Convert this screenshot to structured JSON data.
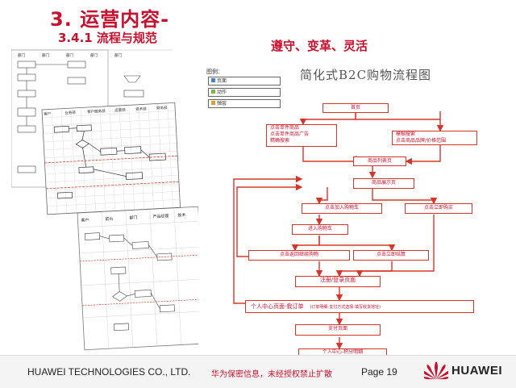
{
  "slide": {
    "title": "3. 运营内容-",
    "subtitle": "3.4.1  流程与规范",
    "tagline": "遵守、变革、灵活"
  },
  "b2c_flowchart": {
    "title": "简化式B2C购物流程图",
    "legend_header": "图例：",
    "legend": [
      {
        "label": "页面",
        "color": "#4a7fc1"
      },
      {
        "label": "动作",
        "color": "#7cb342"
      },
      {
        "label": "弹层",
        "color": "#e0a030"
      }
    ],
    "nodes": {
      "home": "首页",
      "left_entry": "点击单件商品\n点击单件商品广告\n精确搜索",
      "right_entry": "模糊搜索\n点击商品品牌/价格范围",
      "product_list": "商品列表页",
      "product_detail": "商品展示页",
      "add_to_cart": "点击加入购物车",
      "buy_now_top": "点击立即购买",
      "cart": "进入购物车",
      "continue_shopping": "点击返回继续购物",
      "checkout": "点击立即结算",
      "login_register": "注册/登录页面",
      "order_center": "个人中心页面-我订单",
      "order_note": "(订单明细-支付方式选择-填写收货地址)",
      "payment": "支付页面",
      "points": "个人中心-积分明细"
    }
  },
  "left_diagrams": {
    "top_row": [
      "部门",
      "部门",
      "部门",
      "部门",
      "部门"
    ],
    "middle_header": [
      "客户",
      "业务部",
      "客户服务部",
      "运营部",
      "技术部",
      "财务部"
    ],
    "bottom_header": [
      "客户",
      "前台",
      "部门",
      "产品经理",
      "技术"
    ]
  },
  "footer": {
    "company": "HUAWEI TECHNOLOGIES CO., LTD.",
    "notice": "华为保密信息，未经授权禁止扩散",
    "page": "Page 19",
    "logo": "HUAWEI"
  },
  "colors": {
    "accent": "#c8102e",
    "flow_line": "#d8352a"
  }
}
